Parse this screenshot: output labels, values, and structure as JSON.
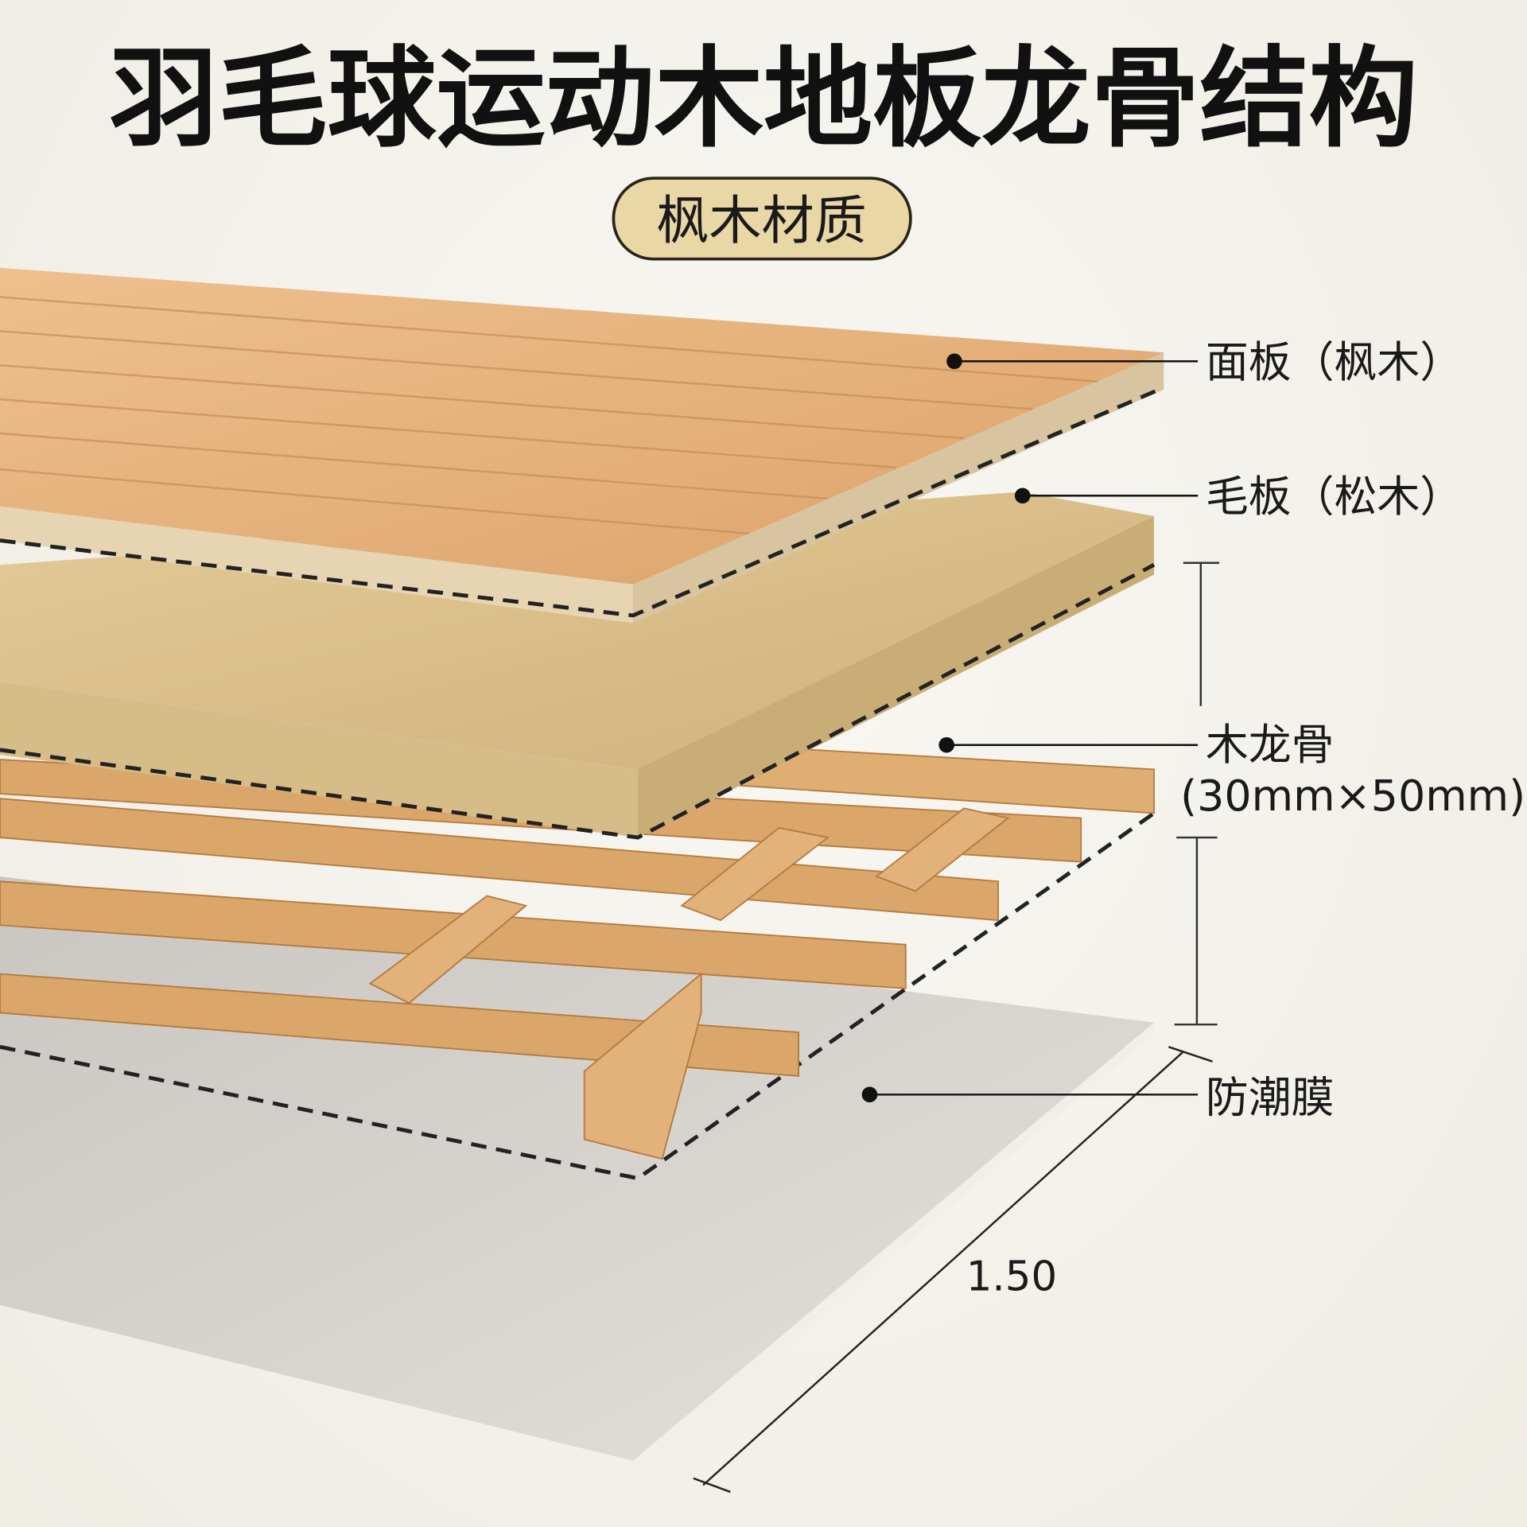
{
  "title": "羽毛球运动木地板龙骨结构",
  "badge": "枫木材质",
  "layers": [
    {
      "label": "面板（枫木）"
    },
    {
      "label": "毛板（松木）"
    },
    {
      "label": "木龙骨",
      "sub": "(30mm×50mm)"
    },
    {
      "label": "防潮膜"
    }
  ],
  "dimension": "1.50",
  "colors": {
    "maple": "#e2b07a",
    "osb": "#d8c08e",
    "joist": "#dba66a",
    "membrane": "#d9d5cf",
    "badge": "#ead7a6"
  }
}
